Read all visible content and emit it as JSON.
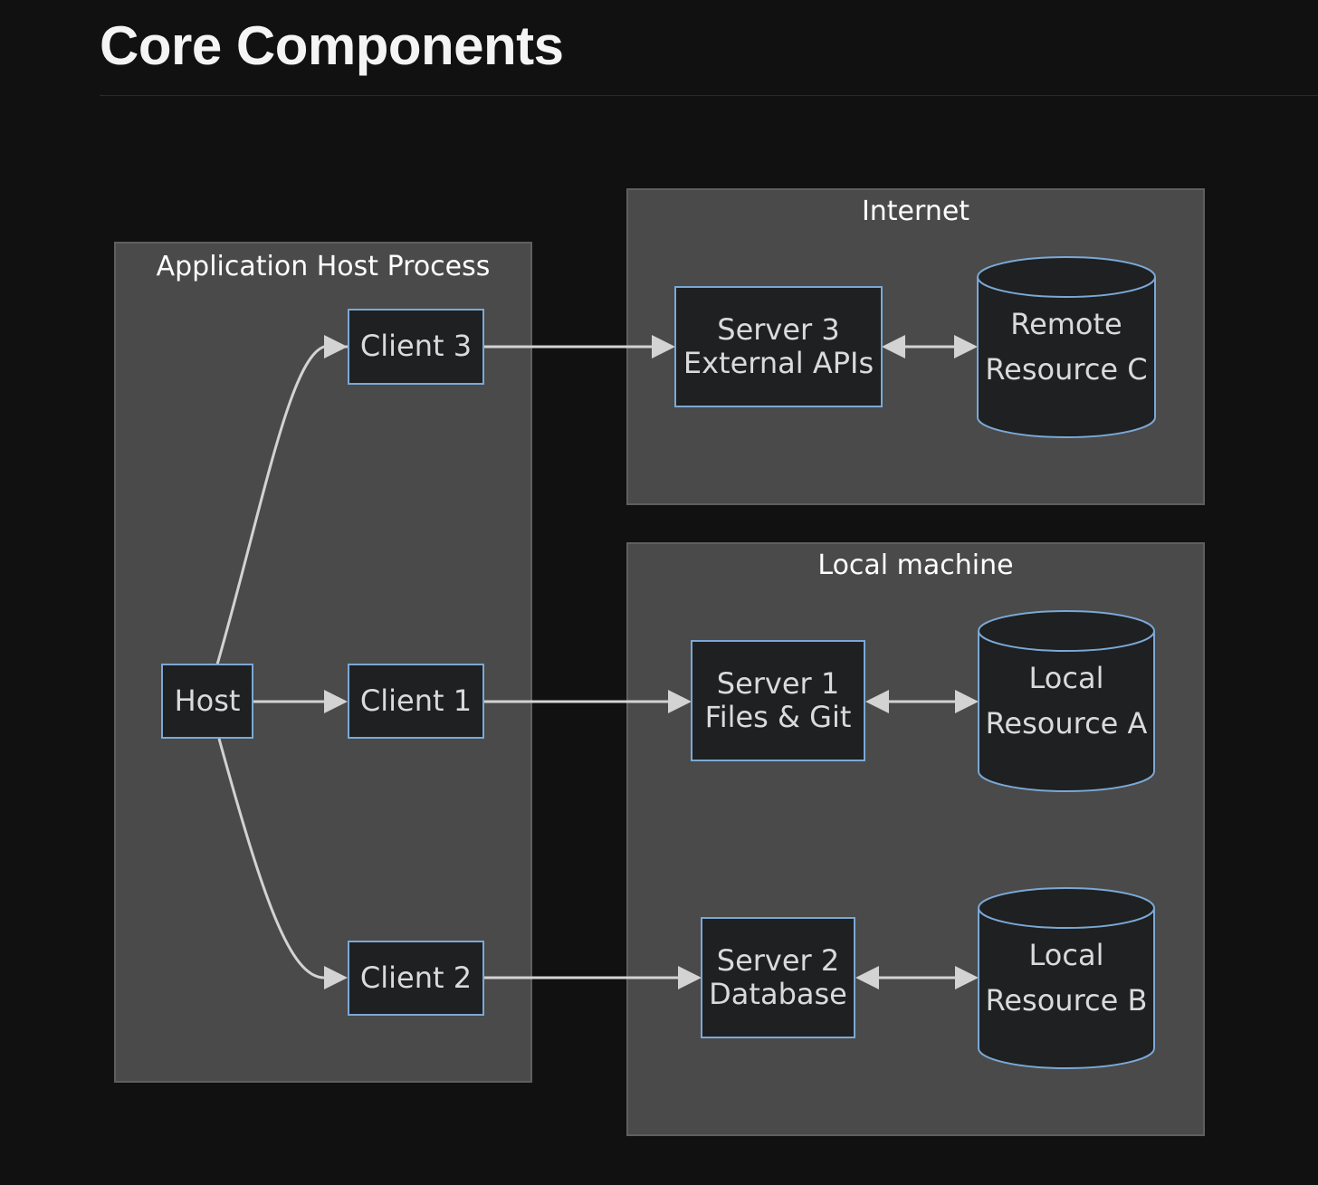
{
  "page": {
    "title": "Core Components"
  },
  "groups": {
    "app_host": {
      "label": "Application Host Process"
    },
    "internet": {
      "label": "Internet"
    },
    "local": {
      "label": "Local machine"
    }
  },
  "nodes": {
    "host": {
      "label": "Host"
    },
    "client1": {
      "label": "Client 1"
    },
    "client2": {
      "label": "Client 2"
    },
    "client3": {
      "label": "Client 3"
    },
    "server1": {
      "line1": "Server 1",
      "line2": "Files & Git"
    },
    "server2": {
      "line1": "Server 2",
      "line2": "Database"
    },
    "server3": {
      "line1": "Server 3",
      "line2": "External APIs"
    },
    "resource_a": {
      "line1": "Local",
      "line2": "Resource A"
    },
    "resource_b": {
      "line1": "Local",
      "line2": "Resource B"
    },
    "resource_c": {
      "line1": "Remote",
      "line2": "Resource C"
    }
  },
  "edges": [
    {
      "from": "Host",
      "to": "Client 3",
      "type": "arrow"
    },
    {
      "from": "Host",
      "to": "Client 1",
      "type": "arrow"
    },
    {
      "from": "Host",
      "to": "Client 2",
      "type": "arrow"
    },
    {
      "from": "Client 3",
      "to": "Server 3",
      "type": "arrow"
    },
    {
      "from": "Client 1",
      "to": "Server 1",
      "type": "arrow"
    },
    {
      "from": "Client 2",
      "to": "Server 2",
      "type": "arrow"
    },
    {
      "from": "Server 3",
      "to": "Remote Resource C",
      "type": "bidirectional"
    },
    {
      "from": "Server 1",
      "to": "Local Resource A",
      "type": "bidirectional"
    },
    {
      "from": "Server 2",
      "to": "Local Resource B",
      "type": "bidirectional"
    }
  ],
  "colors": {
    "background": "#111111",
    "group_fill": "#494a49",
    "node_fill": "#1e2021",
    "node_border": "#7ba8d6",
    "edge": "#d3d3d3"
  }
}
